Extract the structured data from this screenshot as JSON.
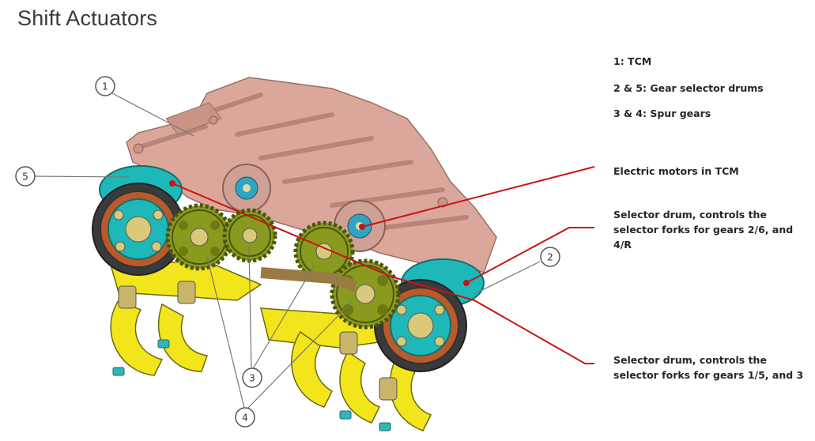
{
  "title": "Shift Actuators",
  "legend": [
    "1: TCM",
    "2 & 5: Gear selector drums",
    "3 & 4: Spur gears"
  ],
  "callouts": [
    "Electric motors in TCM",
    "Selector drum, controls the selector forks for gears 2/6, and 4/R",
    "Selector drum, controls the selector forks for gears 1/5, and 3"
  ],
  "markers": [
    "1",
    "2",
    "3",
    "4",
    "5"
  ],
  "colors": {
    "tcm_housing": "#dba79b",
    "drum_teal": "#1fb8b8",
    "gear_olive": "#8a9a1e",
    "fork_yellow": "#f2e51c",
    "leader_red": "#c81414"
  }
}
